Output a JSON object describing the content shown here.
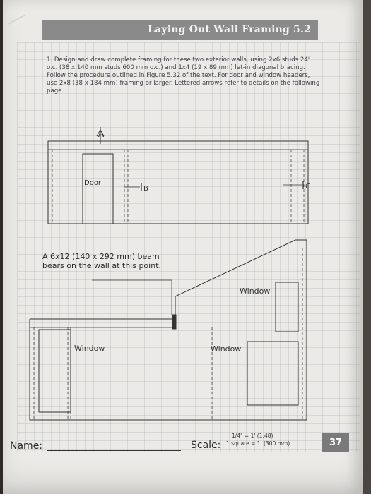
{
  "header": {
    "title": "Laying Out Wall Framing 5.2"
  },
  "instructions": {
    "text": "1. Design and draw complete framing for these two exterior walls, using 2x6 studs 24\" o.c. (38 x 140 mm studs 600 mm o.c.) and 1x4 (19 x 89 mm) let-in diagonal bracing. Follow the procedure outlined in Figure 5.32 of the text. For door and window headers, use 2x8 (38 x 184 mm) framing or larger. Lettered arrows refer to details on the following page."
  },
  "wall1": {
    "arrow_a": "A",
    "door_label": "Door",
    "marker_b": "B",
    "marker_c": "C"
  },
  "wall2": {
    "beam_note": "A 6x12 (140 x 292 mm) beam bears on the wall at this point.",
    "window_left": "Window",
    "window_middle": "Window",
    "window_upper_right": "Window"
  },
  "footer": {
    "name_label": "Name:",
    "scale_label": "Scale:",
    "scale_line1": "1/4\" = 1' (1:48)",
    "scale_line2": "1 square = 1' (300 mm)",
    "page_number": "37"
  }
}
